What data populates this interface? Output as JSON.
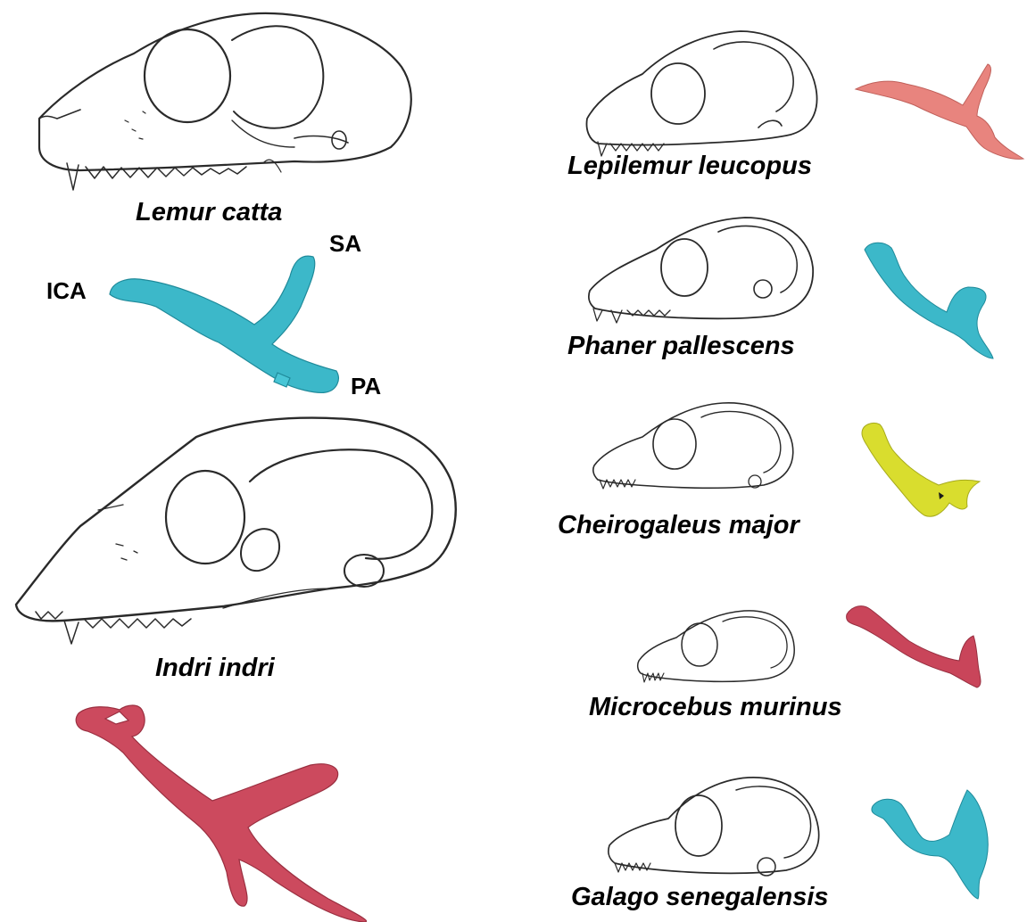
{
  "figure": {
    "left_panel": {
      "lemur_catta": {
        "label": "Lemur catta"
      },
      "artery_labels": {
        "ica": "ICA",
        "sa": "SA",
        "pa": "PA"
      },
      "indri_indri": {
        "label": "Indri indri"
      }
    },
    "right_panel": {
      "rows": [
        {
          "label": "Lepilemur leucopus",
          "artery_color": "#e8847e"
        },
        {
          "label": "Phaner pallescens",
          "artery_color": "#3cb8c9"
        },
        {
          "label": "Cheirogaleus major",
          "artery_color": "#d9dd2e"
        },
        {
          "label": "Microcebus murinus",
          "artery_color": "#c9455a"
        },
        {
          "label": "Galago senegalensis",
          "artery_color": "#3cb8c9"
        }
      ]
    },
    "colors": {
      "lemur_artery": "#3cb8c9",
      "indri_artery": "#cc4a5e"
    }
  }
}
